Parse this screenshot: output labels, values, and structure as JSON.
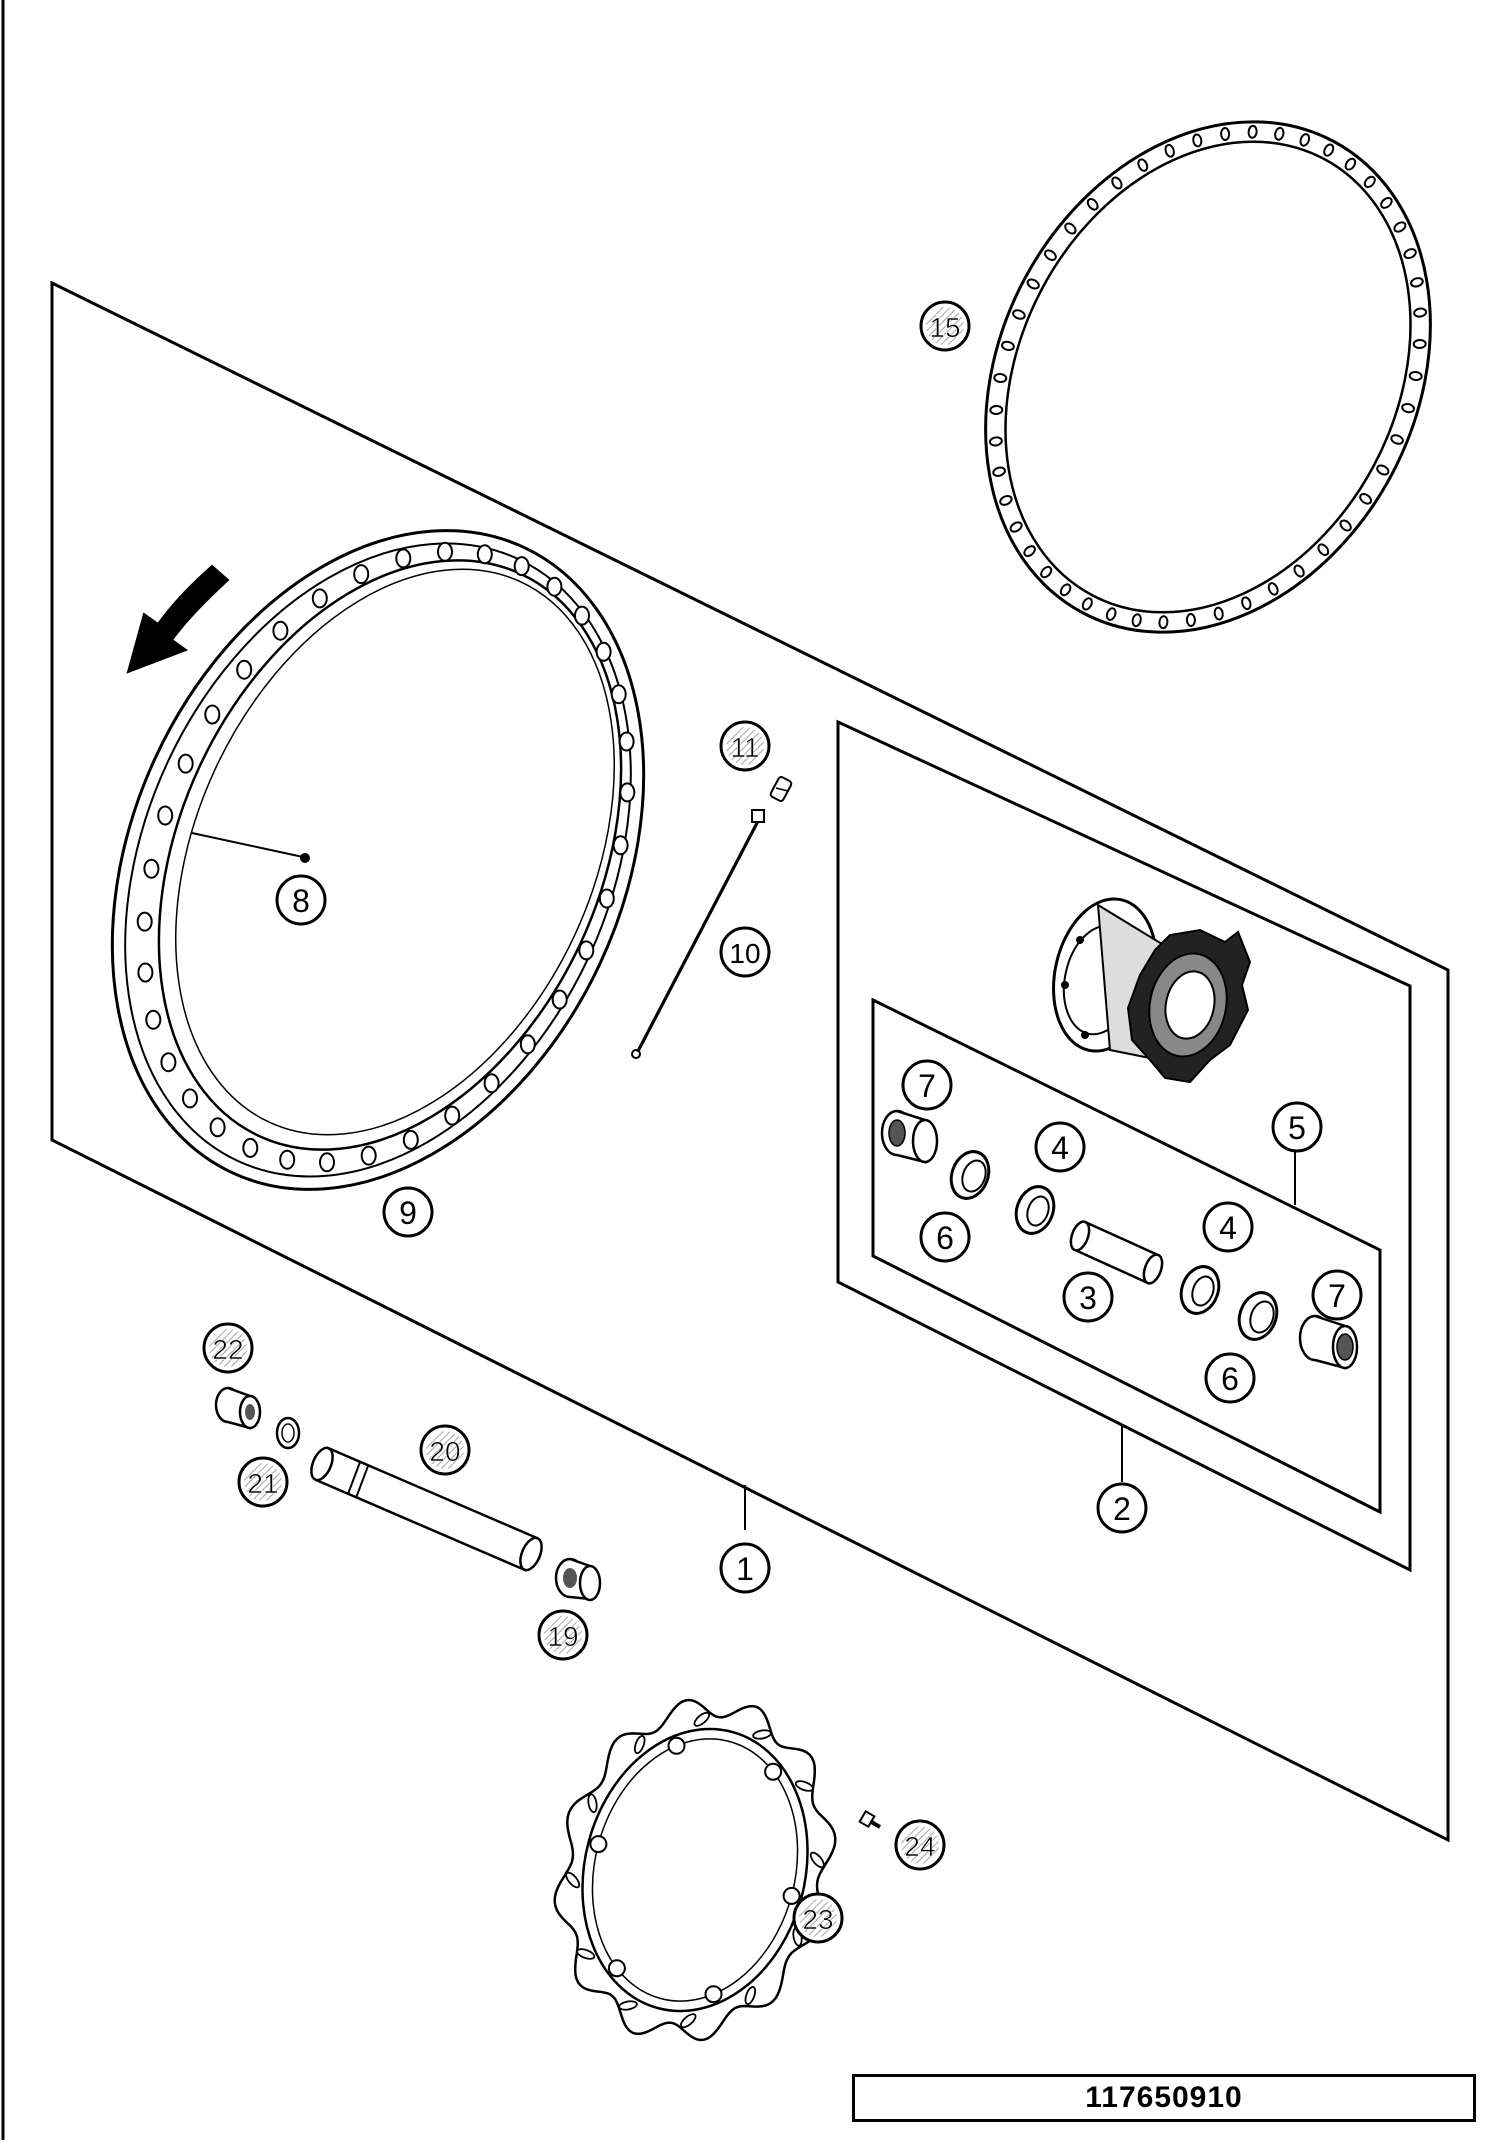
{
  "diagram": {
    "drawing_number": "117650910",
    "callouts": [
      {
        "id": "c1",
        "label": "1",
        "style": "outline"
      },
      {
        "id": "c2",
        "label": "2",
        "style": "outline"
      },
      {
        "id": "c3",
        "label": "3",
        "style": "outline"
      },
      {
        "id": "c4a",
        "label": "4",
        "style": "outline"
      },
      {
        "id": "c4b",
        "label": "4",
        "style": "outline"
      },
      {
        "id": "c5",
        "label": "5",
        "style": "outline"
      },
      {
        "id": "c6a",
        "label": "6",
        "style": "outline"
      },
      {
        "id": "c6b",
        "label": "6",
        "style": "outline"
      },
      {
        "id": "c7a",
        "label": "7",
        "style": "outline"
      },
      {
        "id": "c7b",
        "label": "7",
        "style": "outline"
      },
      {
        "id": "c8",
        "label": "8",
        "style": "outline"
      },
      {
        "id": "c9",
        "label": "9",
        "style": "outline"
      },
      {
        "id": "c10",
        "label": "10",
        "style": "outline"
      },
      {
        "id": "c11",
        "label": "11",
        "style": "hatched"
      },
      {
        "id": "c15",
        "label": "15",
        "style": "hatched"
      },
      {
        "id": "c19",
        "label": "19",
        "style": "hatched"
      },
      {
        "id": "c20",
        "label": "20",
        "style": "hatched"
      },
      {
        "id": "c21",
        "label": "21",
        "style": "hatched"
      },
      {
        "id": "c22",
        "label": "22",
        "style": "hatched"
      },
      {
        "id": "c23",
        "label": "23",
        "style": "hatched"
      },
      {
        "id": "c24",
        "label": "24",
        "style": "hatched"
      }
    ]
  }
}
